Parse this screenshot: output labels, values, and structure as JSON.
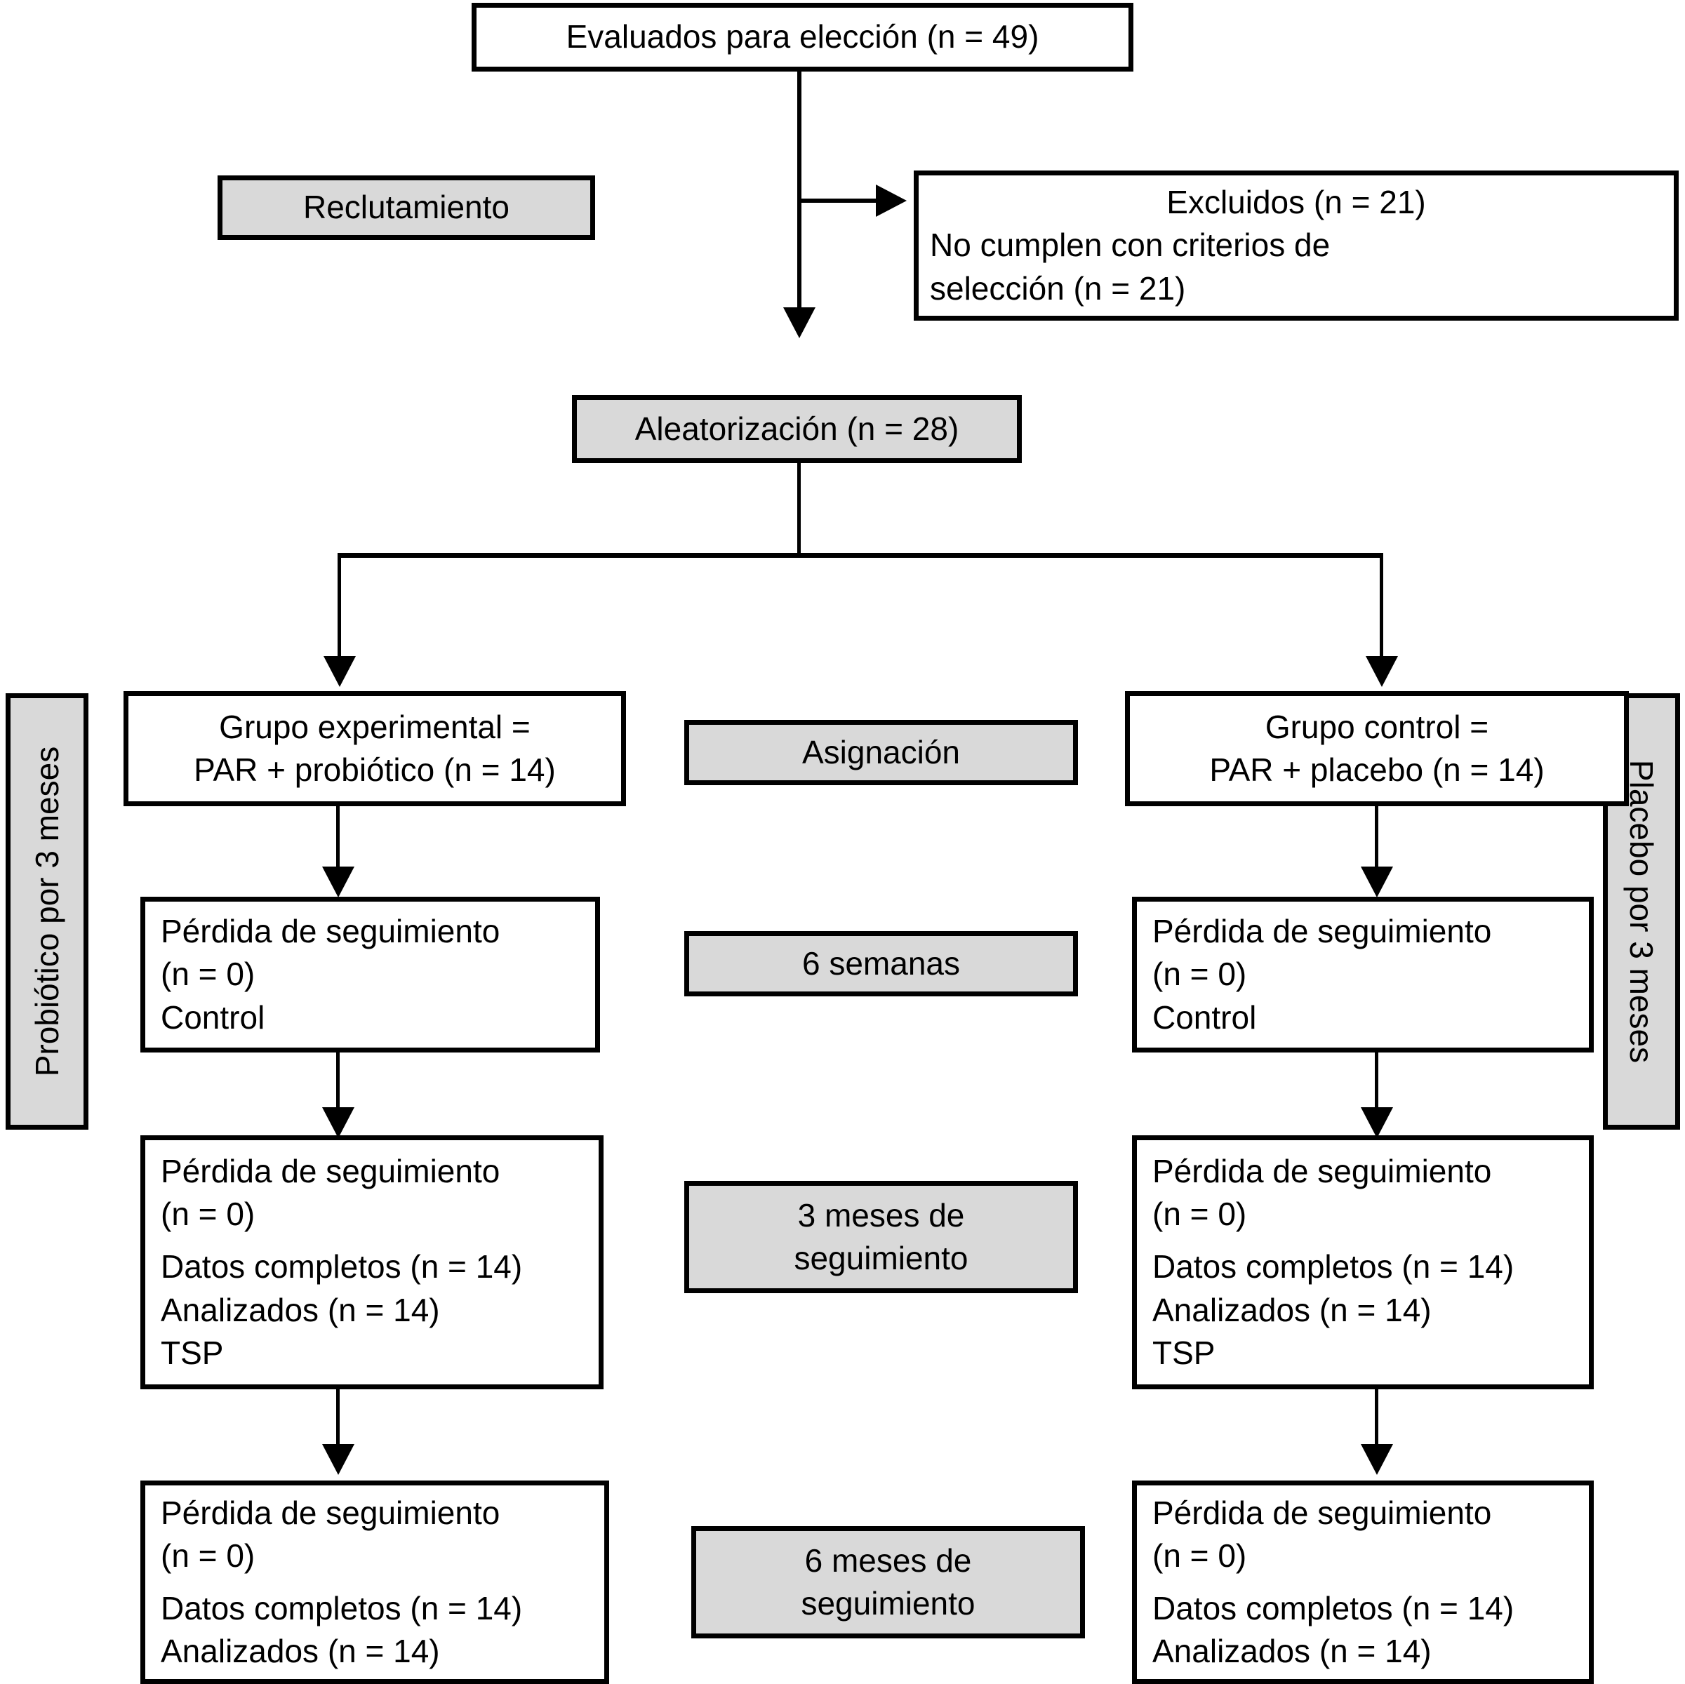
{
  "diagram": {
    "title": "CONSORT flow diagram (Spanish)",
    "colors": {
      "shaded_fill": "#d9d9d9",
      "box_fill": "#ffffff",
      "stroke": "#000000"
    },
    "stage_labels": {
      "recruitment": "Reclutamiento",
      "assignment": "Asignación",
      "six_weeks": "6 semanas",
      "three_months_line1": "3 meses de",
      "three_months_line2": "seguimiento",
      "six_months_line1": "6 meses de",
      "six_months_line2": "seguimiento"
    },
    "side_labels": {
      "left": "Probiótico por 3 meses",
      "right": "Placebo por 3 meses"
    },
    "nodes": {
      "assessed": "Evaluados para elección (n = 49)",
      "excluded_title": "Excluidos (n = 21)",
      "excluded_reason_line1": "No cumplen con criterios de",
      "excluded_reason_line2": "selección (n = 21)",
      "randomization": "Aleatorización (n = 28)",
      "experimental_line1": "Grupo experimental =",
      "experimental_line2": "PAR + probiótico (n = 14)",
      "control_line1": "Grupo control =",
      "control_line2": "PAR + placebo (n = 14)"
    },
    "followup": {
      "six_weeks_left": {
        "line1": "Pérdida de seguimiento",
        "line2": "(n = 0)",
        "line3": "Control"
      },
      "six_weeks_right": {
        "line1": "Pérdida de seguimiento",
        "line2": "(n = 0)",
        "line3": "Control"
      },
      "three_months_left": {
        "line1": "Pérdida de seguimiento",
        "line2": "(n = 0)",
        "line3": "Datos completos (n = 14)",
        "line4": "Analizados (n = 14)",
        "line5": "TSP"
      },
      "three_months_right": {
        "line1": "Pérdida de seguimiento",
        "line2": "(n = 0)",
        "line3": "Datos completos (n = 14)",
        "line4": "Analizados (n = 14)",
        "line5": "TSP"
      },
      "six_months_left": {
        "line1": "Pérdida de seguimiento",
        "line2": "(n = 0)",
        "line3": "Datos completos (n = 14)",
        "line4": "Analizados (n = 14)"
      },
      "six_months_right": {
        "line1": "Pérdida de seguimiento",
        "line2": "(n = 0)",
        "line3": "Datos completos (n = 14)",
        "line4": "Analizados (n = 14)"
      }
    }
  }
}
